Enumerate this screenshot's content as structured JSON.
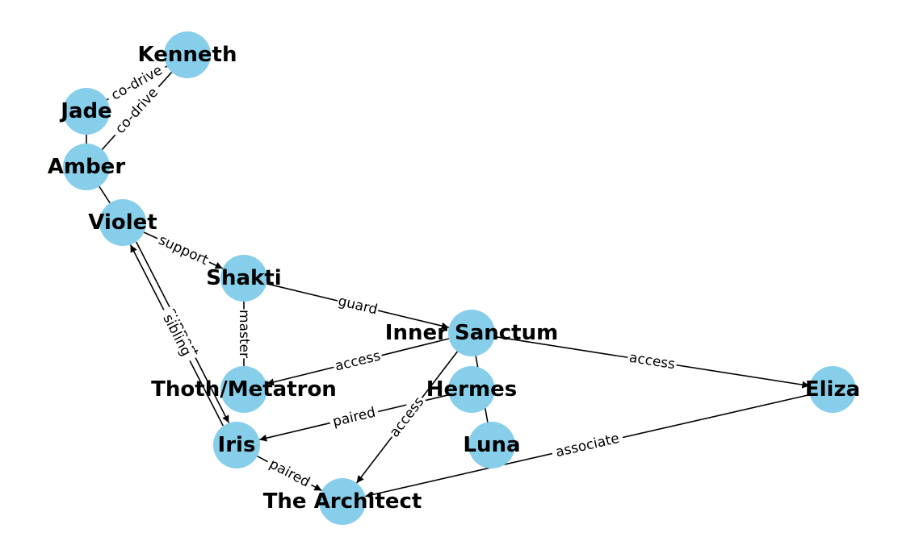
{
  "diagram": {
    "node_color": "#87ceeb",
    "nodes": [
      {
        "id": "kenneth",
        "label": "Kenneth"
      },
      {
        "id": "jade",
        "label": "Jade"
      },
      {
        "id": "amber",
        "label": "Amber"
      },
      {
        "id": "violet",
        "label": "Violet"
      },
      {
        "id": "shakti",
        "label": "Shakti"
      },
      {
        "id": "inner",
        "label": "Inner Sanctum"
      },
      {
        "id": "thoth",
        "label": "Thoth/Metatron"
      },
      {
        "id": "hermes",
        "label": "Hermes"
      },
      {
        "id": "eliza",
        "label": "Eliza"
      },
      {
        "id": "iris",
        "label": "Iris"
      },
      {
        "id": "luna",
        "label": "Luna"
      },
      {
        "id": "architect",
        "label": "The Architect"
      }
    ],
    "edges": [
      {
        "from": "jade",
        "to": "kenneth",
        "label": "co-drive",
        "directed": false
      },
      {
        "from": "amber",
        "to": "kenneth",
        "label": "co-drive",
        "directed": false
      },
      {
        "from": "jade",
        "to": "amber",
        "label": "",
        "directed": false
      },
      {
        "from": "amber",
        "to": "violet",
        "label": "",
        "directed": false
      },
      {
        "from": "violet",
        "to": "shakti",
        "label": "support",
        "directed": true
      },
      {
        "from": "violet",
        "to": "iris",
        "label": "support",
        "directed": true
      },
      {
        "from": "iris",
        "to": "violet",
        "label": "sibling",
        "directed": true
      },
      {
        "from": "shakti",
        "to": "inner",
        "label": "guard",
        "directed": true
      },
      {
        "from": "shakti",
        "to": "thoth",
        "label": "master",
        "directed": false
      },
      {
        "from": "inner",
        "to": "thoth",
        "label": "access",
        "directed": true
      },
      {
        "from": "inner",
        "to": "eliza",
        "label": "access",
        "directed": true
      },
      {
        "from": "inner",
        "to": "architect",
        "label": "access",
        "directed": true
      },
      {
        "from": "inner",
        "to": "luna",
        "label": "",
        "directed": false
      },
      {
        "from": "hermes",
        "to": "iris",
        "label": "paired",
        "directed": true
      },
      {
        "from": "iris",
        "to": "architect",
        "label": "paired",
        "directed": true
      },
      {
        "from": "eliza",
        "to": "architect",
        "label": "associate",
        "directed": true
      }
    ]
  }
}
